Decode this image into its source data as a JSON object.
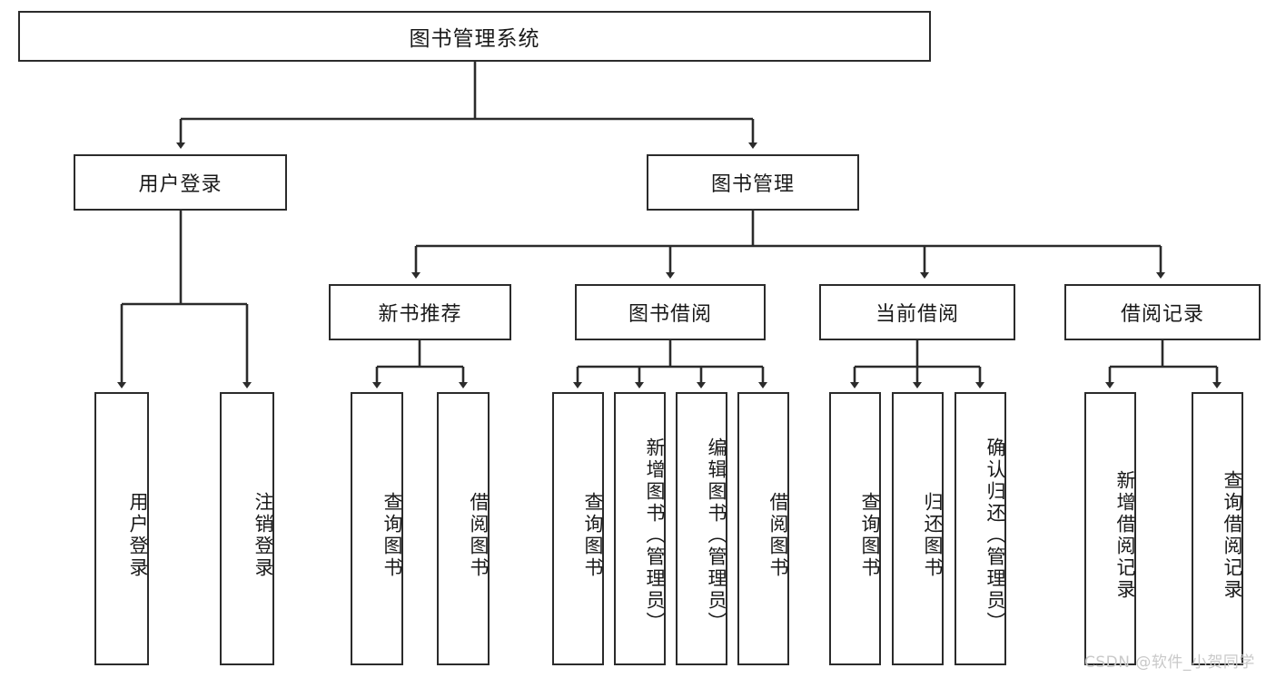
{
  "diagram": {
    "type": "tree-hierarchy",
    "title": "图书管理系统",
    "root": {
      "label": "图书管理系统"
    },
    "level2": [
      {
        "label": "用户登录"
      },
      {
        "label": "图书管理"
      }
    ],
    "level3": [
      {
        "label": "新书推荐"
      },
      {
        "label": "图书借阅"
      },
      {
        "label": "当前借阅"
      },
      {
        "label": "借阅记录"
      }
    ],
    "leaves": {
      "user_login": [
        {
          "label": "用户登录"
        },
        {
          "label": "注销登录"
        }
      ],
      "new_book_recommend": [
        {
          "label": "查询图书"
        },
        {
          "label": "借阅图书"
        }
      ],
      "book_borrow": [
        {
          "label": "查询图书"
        },
        {
          "label": "新增图书（管理员）"
        },
        {
          "label": "编辑图书（管理员）"
        },
        {
          "label": "借阅图书"
        }
      ],
      "current_borrow": [
        {
          "label": "查询图书"
        },
        {
          "label": "归还图书"
        },
        {
          "label": "确认归还（管理员）"
        }
      ],
      "borrow_record": [
        {
          "label": "新增借阅记录"
        },
        {
          "label": "查询借阅记录"
        }
      ]
    }
  },
  "watermark": {
    "text": "CSDN @软件_小贺同学"
  },
  "colors": {
    "border": "#2b2b2b",
    "background": "#ffffff",
    "text": "#1a1a1a",
    "watermark": "#c9c9c9"
  }
}
